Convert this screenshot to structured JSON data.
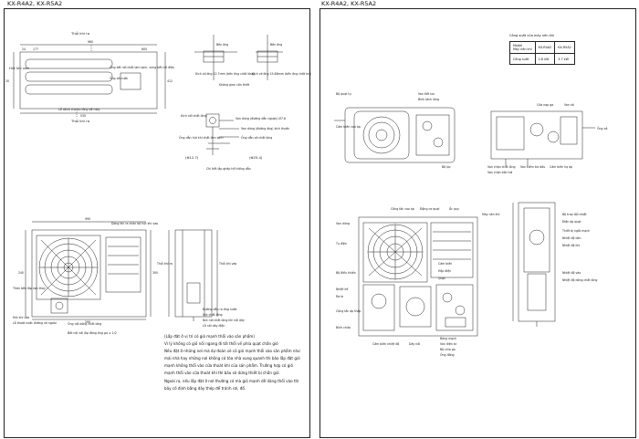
{
  "left_page": {
    "model_title": "KX-R4A2, KX-R5A2",
    "top_view": {
      "outlet_label": "Thổi khí ra",
      "intake_label": "Hút khí\nvào",
      "drain_label": "Ống xả nước",
      "pipe_connection_label": "Ống kết nối chất làm lạnh,\nvùng kết nối điện",
      "insulation_label": "Lỗ dành cho bu lông bệ máy",
      "outlet_bottom_label": "Thổi khí ra",
      "dims": [
        "960",
        "177",
        "24",
        "412",
        "530",
        "600",
        "20"
      ]
    },
    "pipe_detail": {
      "side_label_1": "Bên ống",
      "side_label_2": "Bên ống",
      "size_label_1": "Kích cỡ ống 12.7mm\n(bên ống chất lỏng)",
      "size_label_2": "Kích cỡ ống 15.88mm\n(bên ống chất khí)",
      "caption": "Không gian cần thiết"
    },
    "valve_detail": {
      "label_1": "Kích nối chất lỏng",
      "label_2": "Van dừng (đường dẫn ngược) Ø7.8",
      "label_3": "Van dừng (đường ống) kích thước",
      "label_4": "Ống dẫn hút khí\nchất làm lạnh",
      "label_5": "Ống dẫn xả chất lỏng",
      "size_1": "(Φ12.7)",
      "size_2": "(Φ25.4)",
      "caption": "Chi tiết lắp ghép hệ thống dẫn"
    },
    "front_view": {
      "fan_label": "Dòng khí ra chân\nbệ hút khí vào",
      "service_label": "Thân bên lắp\nvan thay",
      "intake_side_label": "Hút khí vào",
      "drain_hole_label": "Lỗ thoát nước\nđường xả ngoài",
      "pipe_label": "Ống nối dòng\nchất lỏng",
      "valve_label": "Bắt nối với lắp đăng\nống ga ≥ 1/2",
      "dims": [
        "990",
        "120",
        "290",
        "240",
        "300",
        "310",
        "120"
      ]
    },
    "side_view": {
      "label_1": "Thổi khí ra",
      "label_2": "Thổi khí vào",
      "label_3": "Đường dẫn ra\nống nước",
      "label_4": "Hút chất lỏng",
      "label_5": "Nút nối chất\nlỏng khí nối dây",
      "label_6": "Lỗ nối dây điện"
    },
    "note": {
      "title": "(Lắp đặt ở vị trí có gió mạnh thổi vào sản phẩm)",
      "paragraphs": [
        "Vì lý không có gió nối ngang đi tới thổi về phía quạt chắn gió",
        "Nếu đặt ở những nơi mà dự đoán sẽ có gió mạnh thổi vào sản phẩm như mái nhà hay những nơi không có tòa nhà xung quanh thì bảo lắp đặt gió mạnh không thổi vào cửa thoát khí của sản phẩm. Trường hợp có gió mạnh thổi vào cửa thoát khí thì bảo sẽ dừng thiết bị chắn gió.",
        "Ngoài ra, nếu lắp đặt ở nơi thường có mà gió mạnh dễ dàng thổi vào thì bảy cố định bằng dây thép để tránh rơi, đổ."
      ]
    }
  },
  "right_page": {
    "model_title": "KX-R4A2, KX-R5A2",
    "capacity_table": {
      "title": "Công suất của máy nén khí",
      "header_row": [
        "Máy nén khí",
        "Model",
        "KX-R4A2",
        "KX-R5A2"
      ],
      "row_label": "Công suất",
      "values": [
        "2.8 kW",
        "3.7 kW"
      ]
    },
    "top_internal": {
      "label_fan": "Bộ quạt tụ",
      "label_a": "Cảm biến cao áp",
      "label_b": "Van tiết lưu",
      "label_c": "Bình tách lỏng",
      "label_d": "Bộ lọc",
      "label_e": "Van chặn chất lỏng",
      "label_f": "Van chặn bốc hơi",
      "label_g": "Van kiểm tra dầu",
      "label_h": "Cảm biến hạ áp",
      "label_i": "Ống xả",
      "label_j": "Van xả",
      "label_k": "Cửa nạp ga"
    },
    "front_internal": {
      "label_1": "Công tắc cao áp",
      "label_2": "Động cơ quạt",
      "label_3": "Ắc quy",
      "label_4": "Máy nén khí",
      "label_5": "Van dừng",
      "label_6": "Tụ điện",
      "label_7": "Bộ điều khiển",
      "label_8": "Nhiệt kế",
      "label_9": "Rơ le",
      "label_10": "Công tắc áp thấp",
      "label_11": "Bình chứa",
      "label_12": "Cảm biến",
      "label_13": "Hộp điện",
      "label_14": "Quạt",
      "label_15": "Cảm biến nhiệt độ",
      "label_16": "Dây nối",
      "label_17": "Bảng mạch",
      "label_18": "Van điện từ",
      "label_19": "Bộ chia ga",
      "label_20": "Ống đồng"
    },
    "side_internal": {
      "label_1": "Bộ trao đổi nhiệt",
      "label_2": "Điện áp quạt",
      "label_3": "Thiết bị ngắt mạch",
      "label_4": "Nhiệt độ dàn",
      "label_5": "Nhiệt độ khí",
      "label_6": "Nhiệt độ vào",
      "label_7": "Nhiệt độ dòng chất lỏng"
    }
  }
}
